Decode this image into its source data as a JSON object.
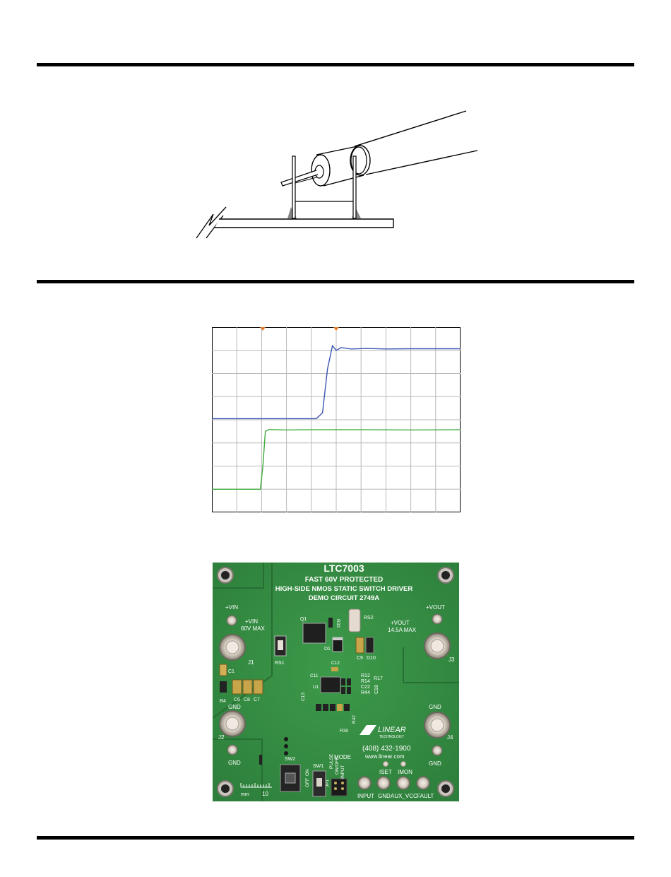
{
  "chart_data": {
    "type": "line",
    "title": "",
    "xlabel": "",
    "ylabel": "",
    "xlim": [
      0,
      10
    ],
    "ylim": [
      0,
      8
    ],
    "grid": true,
    "x_divisions": 10,
    "y_divisions": 8,
    "series": [
      {
        "color": "#3a55b4",
        "points": [
          [
            0,
            4.05
          ],
          [
            4.2,
            4.05
          ],
          [
            4.45,
            4.3
          ],
          [
            4.65,
            6.2
          ],
          [
            4.85,
            7.2
          ],
          [
            5.0,
            7.0
          ],
          [
            5.2,
            7.12
          ],
          [
            5.6,
            7.06
          ],
          [
            6.2,
            7.08
          ],
          [
            7.0,
            7.06
          ],
          [
            8.0,
            7.07
          ],
          [
            10,
            7.07
          ]
        ]
      },
      {
        "color": "#3cab3a",
        "points": [
          [
            0,
            1.0
          ],
          [
            1.95,
            1.0
          ],
          [
            2.05,
            2.0
          ],
          [
            2.15,
            3.5
          ],
          [
            2.3,
            3.58
          ],
          [
            3,
            3.56
          ],
          [
            4,
            3.57
          ],
          [
            6,
            3.57
          ],
          [
            8,
            3.56
          ],
          [
            10,
            3.57
          ]
        ]
      }
    ]
  },
  "board": {
    "title": "LTC7003",
    "subtitle1": "FAST 60V PROTECTED",
    "subtitle2": "HIGH-SIDE NMOS STATIC SWITCH DRIVER",
    "subtitle3": "DEMO CIRCUIT 2749A",
    "vin_small": "+VIN",
    "vin_label": "+VIN",
    "vin_max": "60V MAX",
    "vout_small": "+VOUT",
    "vout_label": "+VOUT",
    "vout_max": "14.5A MAX",
    "gnd_tl": "GND",
    "gnd_bl": "GND",
    "gnd_tr": "GND",
    "gnd_br": "GND",
    "j1": "J1",
    "j2": "J2",
    "j3": "J3",
    "j4": "J4",
    "q1": "Q1",
    "r33": "R33",
    "rs2": "RS2",
    "rs1": "RS1",
    "d1": "D1",
    "c9": "C9",
    "d10": "D10",
    "c1": "C1",
    "r4": "R4",
    "c6": "C6",
    "c8": "C8",
    "c7": "C7",
    "c12": "C12",
    "c11": "C11",
    "u1": "U1",
    "c13": "C13",
    "r12": "R12",
    "r14": "R14",
    "r17": "R17",
    "c22": "C22",
    "r44": "R44",
    "c18": "C18",
    "r39": "R39",
    "r42": "R42",
    "logo_text": "LINEAR",
    "logo_sub": "TECHNOLOGY",
    "phone": "(408) 432-1900",
    "web": "www.linear.com",
    "mode": "MODE",
    "pulse": "PULSE",
    "onoff": "ON/OFF",
    "input_small": "INPUT",
    "jp1": "JP1",
    "iset": "ISET",
    "imon": "IMON",
    "sw1": "SW1",
    "sw2": "SW2",
    "off": "OFF",
    "on": "ON",
    "input": "INPUT",
    "gnd": "GND",
    "aux_vcc": "AUX_VCC",
    "fault": "FAULT",
    "ruler_mm": "mm",
    "ruler_10": "10"
  }
}
